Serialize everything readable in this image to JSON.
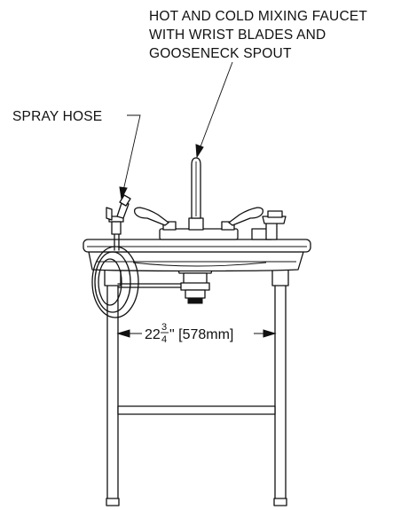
{
  "callouts": {
    "faucet": {
      "line1": "HOT AND COLD MIXING FAUCET",
      "line2": "WITH WRIST BLADES AND",
      "line3": "GOOSENECK SPOUT"
    },
    "spray_hose": "SPRAY HOSE"
  },
  "dimension": {
    "whole": "22",
    "numerator": "3",
    "denominator": "4",
    "suffix": "\" [578mm]"
  }
}
